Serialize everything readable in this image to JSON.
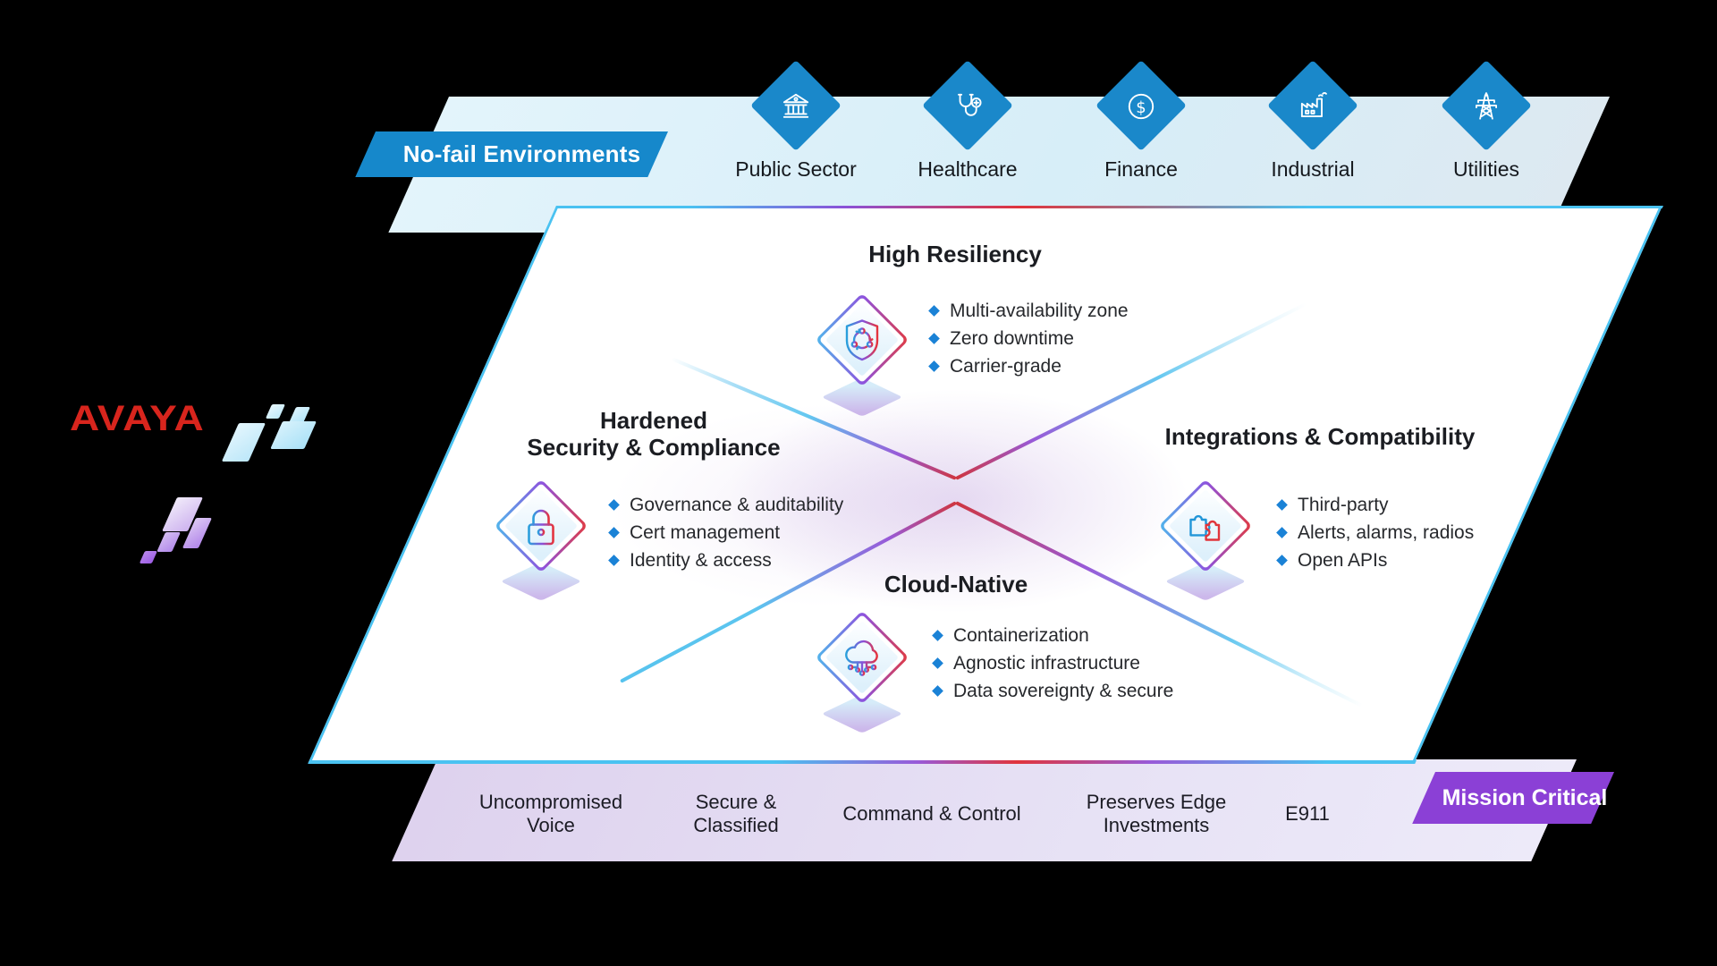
{
  "brand": {
    "logo_text": "AVAYA",
    "logo_color": "#d8251d",
    "glyphs": [
      "spark-glyph-blue",
      "spark-glyph-purple"
    ]
  },
  "top_band": {
    "banner_label": "No-fail Environments",
    "banner_color": "#1688cb",
    "diamond_color": "#1a88ca",
    "industries": [
      {
        "label": "Public Sector",
        "icon": "bank-icon"
      },
      {
        "label": "Healthcare",
        "icon": "stethoscope-icon"
      },
      {
        "label": "Finance",
        "icon": "dollar-icon",
        "symbol": "$"
      },
      {
        "label": "Industrial",
        "icon": "factory-icon"
      },
      {
        "label": "Utilities",
        "icon": "transmission-tower-icon"
      }
    ]
  },
  "quadrants": [
    {
      "id": "high-resiliency",
      "title_lines": [
        "High Resiliency"
      ],
      "icon": "resiliency-shield-icon",
      "bullets": [
        "Multi-availability zone",
        "Zero downtime",
        "Carrier-grade"
      ]
    },
    {
      "id": "hardened-security-compliance",
      "title_lines": [
        "Hardened",
        "Security & Compliance"
      ],
      "icon": "security-lock-icon",
      "bullets": [
        "Governance & auditability",
        "Cert management",
        "Identity & access"
      ]
    },
    {
      "id": "integrations-compatibility",
      "title_lines": [
        "Integrations & Compatibility"
      ],
      "icon": "integrations-puzzle-icon",
      "bullets": [
        "Third-party",
        "Alerts, alarms, radios",
        "Open APIs"
      ]
    },
    {
      "id": "cloud-native",
      "title_lines": [
        "Cloud-Native"
      ],
      "icon": "cloud-native-icon",
      "bullets": [
        "Containerization",
        "Agnostic infrastructure",
        "Data sovereignty & secure"
      ]
    }
  ],
  "bottom_band": {
    "items": [
      "Uncompromised Voice",
      "Secure & Classified",
      "Command & Control",
      "Preserves Edge Investments",
      "E911"
    ],
    "banner_label": "Mission Critical",
    "banner_color": "#8b40d6"
  },
  "accents": {
    "cyan": "#4ac2f1",
    "purple": "#8a52d8",
    "red": "#e0343c",
    "bullet_blue": "#1a82d6"
  }
}
